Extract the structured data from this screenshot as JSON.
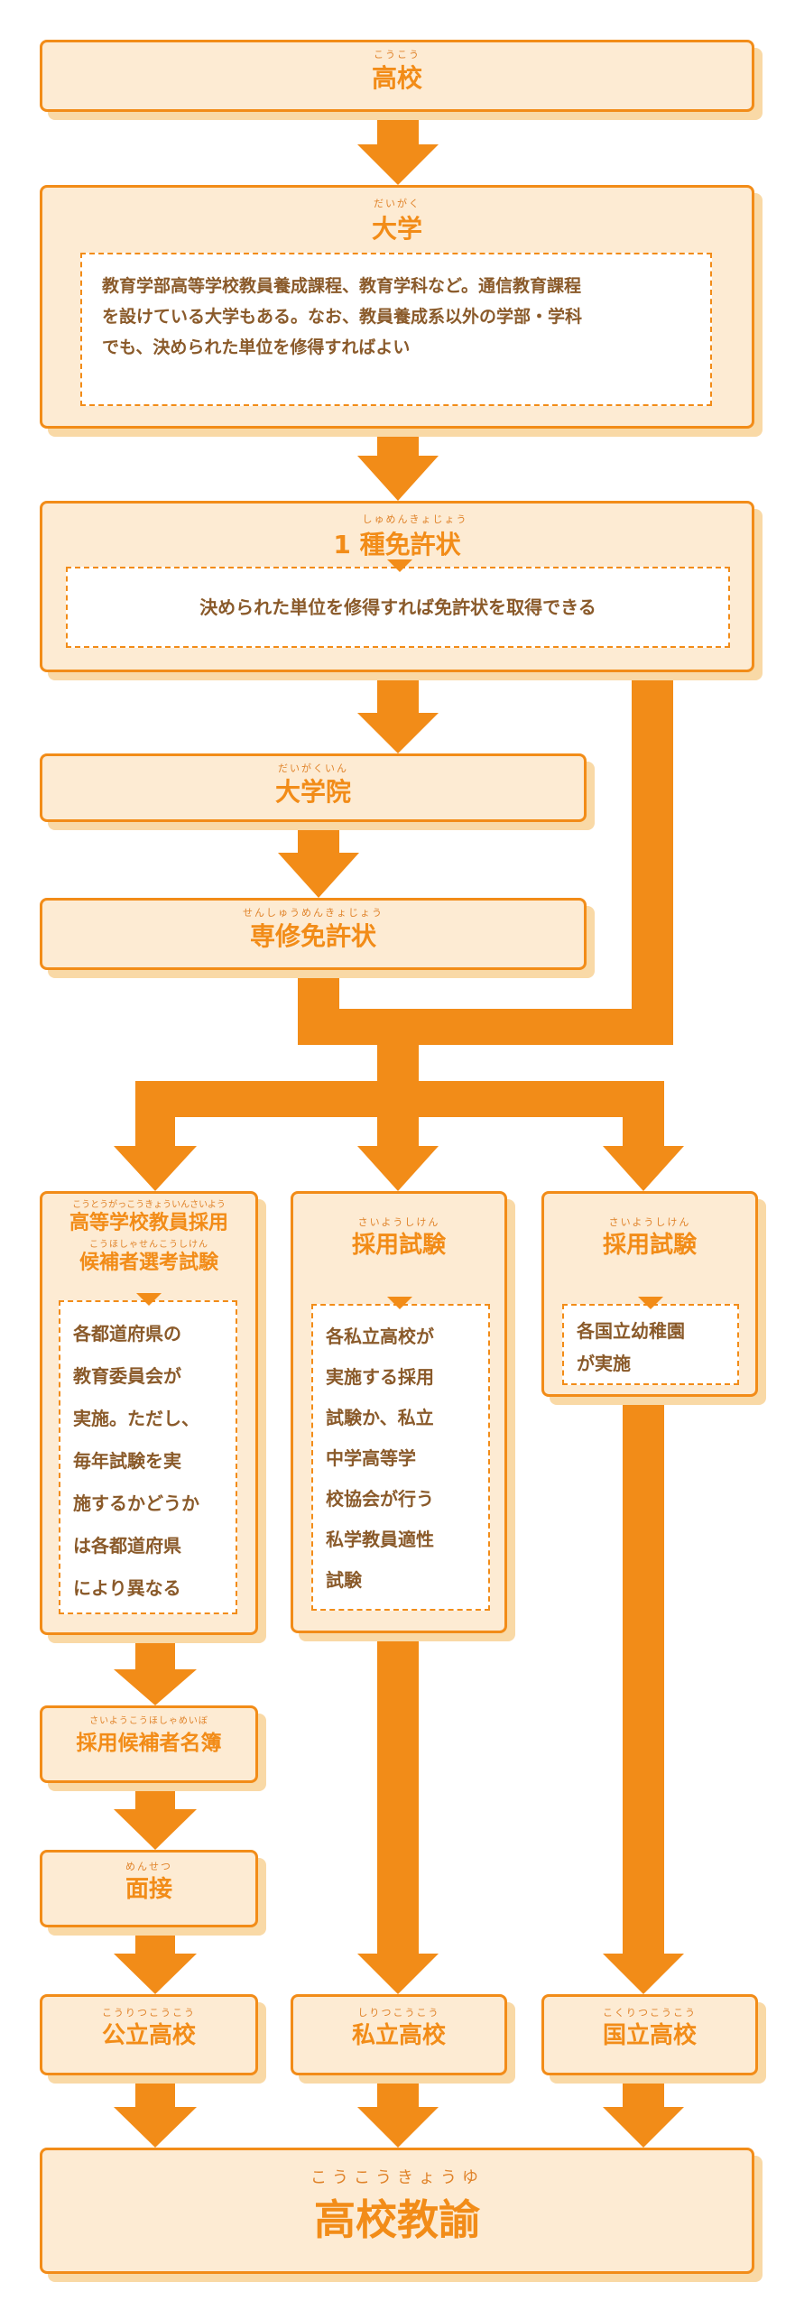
{
  "koukou": {
    "ruby": "こうこう",
    "title": "高校"
  },
  "daigaku": {
    "ruby": "だいがく",
    "title": "大学",
    "desc": [
      "教育学部高等学校教員養成課程、教育学科など。通信教育課程",
      "を設けている大学もある。なお、教員養成系以外の学部・学科",
      "でも、決められた単位を修得すればよい"
    ]
  },
  "isshu": {
    "ruby": "しゅめんきょじょう",
    "title": "1 種免許状",
    "desc": "決められた単位を修得すれば免許状を取得できる"
  },
  "daigakuin": {
    "ruby": "だいがくいん",
    "title": "大学院"
  },
  "senshu": {
    "ruby": "せんしゅうめんきょじょう",
    "title": "専修免許状"
  },
  "left": {
    "ruby": "こうとうがっこうきょういんさいよう",
    "title1": "高等学校教員採用",
    "ruby2": "こうほしゃせんこうしけん",
    "title2": "候補者選考試験",
    "desc": [
      "各都道府県の",
      "教育委員会が",
      "実施。ただし、",
      "毎年試験を実",
      "施するかどうか",
      "は各都道府県",
      "により異なる"
    ]
  },
  "middle": {
    "ruby": "さいようしけん",
    "title": "採用試験",
    "desc": [
      "各私立高校が",
      "実施する採用",
      "試験か、私立",
      "中学高等学",
      "校協会が行う",
      "私学教員適性",
      "試験"
    ]
  },
  "right": {
    "ruby": "さいようしけん",
    "title": "採用試験",
    "desc": [
      "各国立幼稚園",
      "が実施"
    ]
  },
  "meibo": {
    "ruby": "さいようこうほしゃめいぼ",
    "title": "採用候補者名簿"
  },
  "mensetsu": {
    "ruby": "めんせつ",
    "title": "面接"
  },
  "kouritsu": {
    "ruby": "こうりつこうこう",
    "title": "公立高校"
  },
  "shiritsu": {
    "ruby": "しりつこうこう",
    "title": "私立高校"
  },
  "kokuritsu": {
    "ruby": "こくりつこうこう",
    "title": "国立高校"
  },
  "final": {
    "ruby": "こうこうきょうゆ",
    "title": "高校教諭"
  }
}
